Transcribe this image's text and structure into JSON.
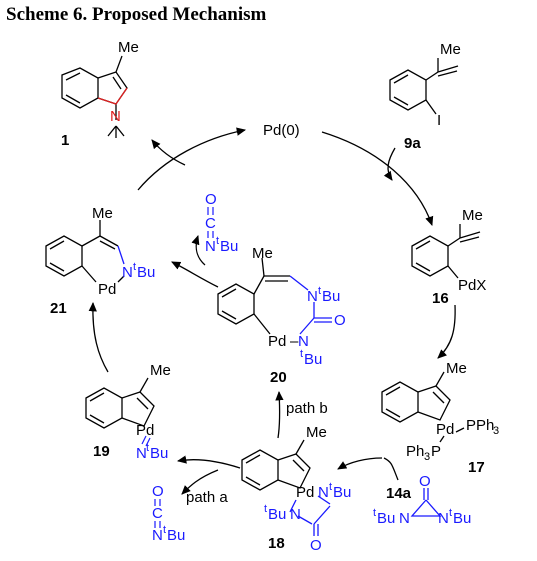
{
  "scheme": {
    "title": "Scheme 6. Proposed Mechanism"
  },
  "colors": {
    "black": "#000000",
    "blue": "#1a1aff",
    "red": "#e02020"
  },
  "catalyst": {
    "label": "Pd(0)"
  },
  "compounds": [
    {
      "id": "9a",
      "label": "9a"
    },
    {
      "id": "16",
      "label": "16"
    },
    {
      "id": "17",
      "label": "17"
    },
    {
      "id": "18",
      "label": "18"
    },
    {
      "id": "19",
      "label": "19"
    },
    {
      "id": "20",
      "label": "20"
    },
    {
      "id": "21",
      "label": "21"
    },
    {
      "id": "14a",
      "label": "14a"
    },
    {
      "id": "1",
      "label": "1"
    }
  ],
  "atoms": {
    "me": "Me",
    "i": "I",
    "pdx": "PdX",
    "pd": "Pd",
    "pph3": "PPh",
    "ph3p": "Ph",
    "p": "P",
    "three": "3",
    "n": "N",
    "o": "O",
    "c": "C",
    "t": "t",
    "bu": "Bu",
    "pd_dash": "Pd",
    "dash": "–"
  },
  "paths": {
    "a": "path a",
    "b": "path b"
  }
}
